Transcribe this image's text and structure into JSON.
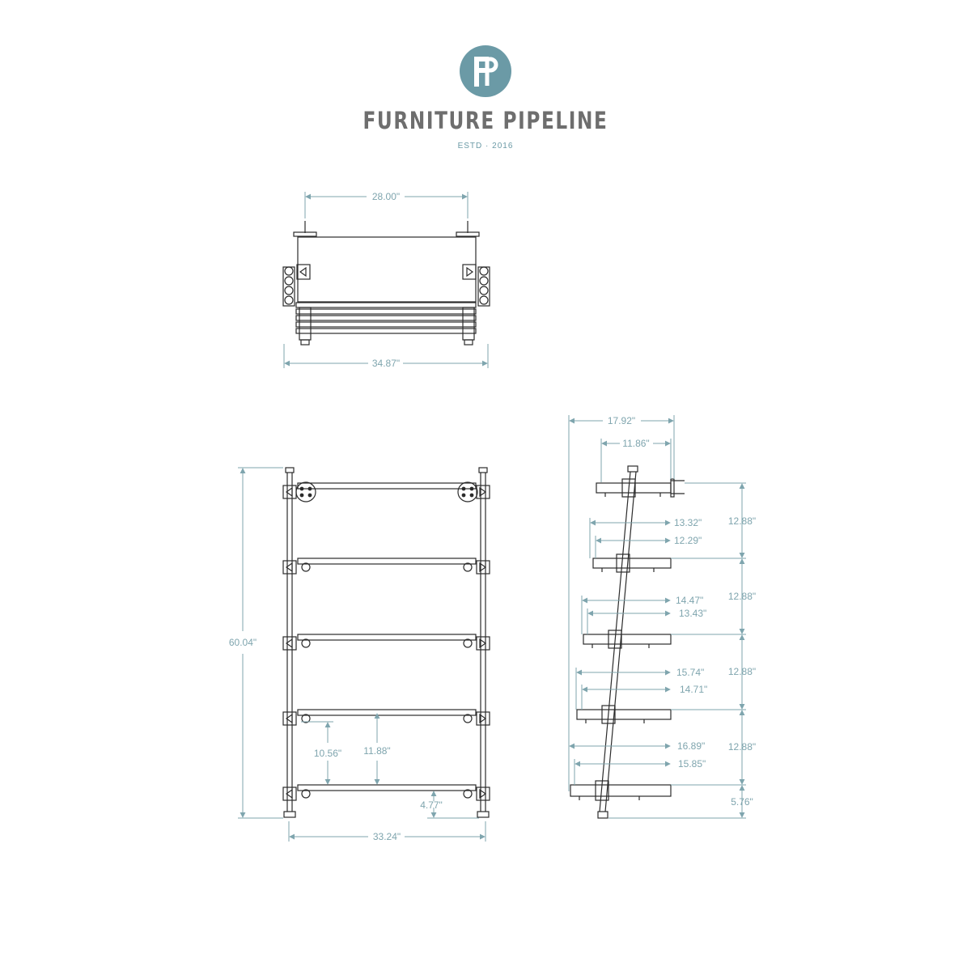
{
  "brand": {
    "monogram": "FP",
    "name": "FURNITURE PIPELINE",
    "established": "ESTD · 2016",
    "accent_color": "#6b9aa6",
    "line_color": "#7fa5ae",
    "drawing_color": "#2b2b2b"
  },
  "top_view": {
    "wall_width": "28.00\"",
    "overall_width": "34.87\""
  },
  "front_view": {
    "overall_height": "60.04\"",
    "overall_width": "33.24\"",
    "inner_clearance": "10.56\"",
    "shelf_spacing": "11.88\"",
    "bottom_clearance": "4.77\""
  },
  "side_view": {
    "overall_depth": "17.92\"",
    "shelves": [
      {
        "outer": "11.86\"",
        "inner": "",
        "spacing": "12.88\""
      },
      {
        "outer": "13.32\"",
        "inner": "12.29\"",
        "spacing": "12.88\""
      },
      {
        "outer": "14.47\"",
        "inner": "13.43\"",
        "spacing": "12.88\""
      },
      {
        "outer": "15.74\"",
        "inner": "14.71\"",
        "spacing": "12.88\""
      },
      {
        "outer": "16.89\"",
        "inner": "15.85\"",
        "spacing": ""
      }
    ],
    "bottom_offset": "5.76\""
  }
}
